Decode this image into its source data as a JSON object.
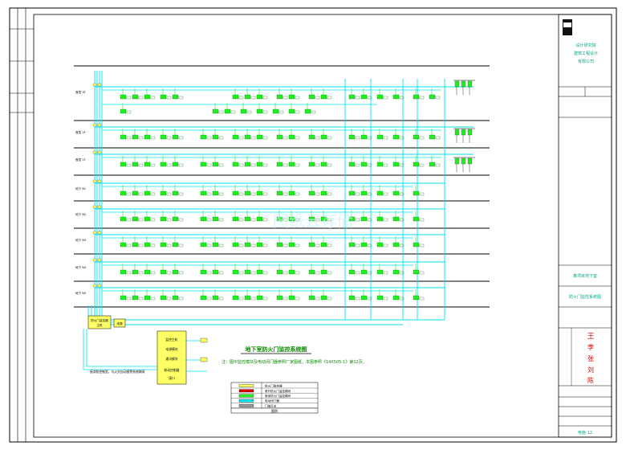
{
  "drawing": {
    "title": "地下室防火门监控系统图",
    "note": "注：图中监控模块及电动闭门器参照厂家图纸，本图参照《14X505-1》第12页。",
    "watermark": "图纸云存储"
  },
  "floor_labels": [
    "首层 3F",
    "首层 2F",
    "首层 1F",
    "地下 B1",
    "地下 B2",
    "地下 B3",
    "地下 B4",
    "地下 B5"
  ],
  "controller": {
    "box_label": "防火门监控器",
    "box_sub": "主机",
    "side_label": "电源",
    "modules": [
      "监控主机",
      "电源模块",
      "通讯模块",
      "联动控制器"
    ],
    "modules_tail": "接口",
    "bus_note": "接消防控制室，与火灾自动报警系统联网"
  },
  "legend": {
    "rows": [
      {
        "symbol": "",
        "text": "防火门监控器"
      },
      {
        "symbol": "",
        "text": "常开防火门监控模块"
      },
      {
        "symbol": "",
        "text": "常闭防火门监控模块"
      },
      {
        "symbol": "",
        "text": "电动闭门器"
      },
      {
        "symbol": "",
        "text": "门磁开关"
      }
    ],
    "caption": "图例"
  },
  "title_block": {
    "company_lines": [
      "设计研究院",
      "建筑工程设计",
      "有限公司"
    ],
    "project": "某项目地下室",
    "drawing_name": "防火门监控系统图",
    "sign_names": [
      "王",
      "李",
      "张",
      "刘",
      "陈"
    ],
    "footer_code": "电施-12"
  },
  "colors": {
    "bus": "#00e5ee",
    "device": "#22ee22",
    "frame": "#000000",
    "controller_fill": "#ffff66",
    "red": "#dd0000"
  }
}
